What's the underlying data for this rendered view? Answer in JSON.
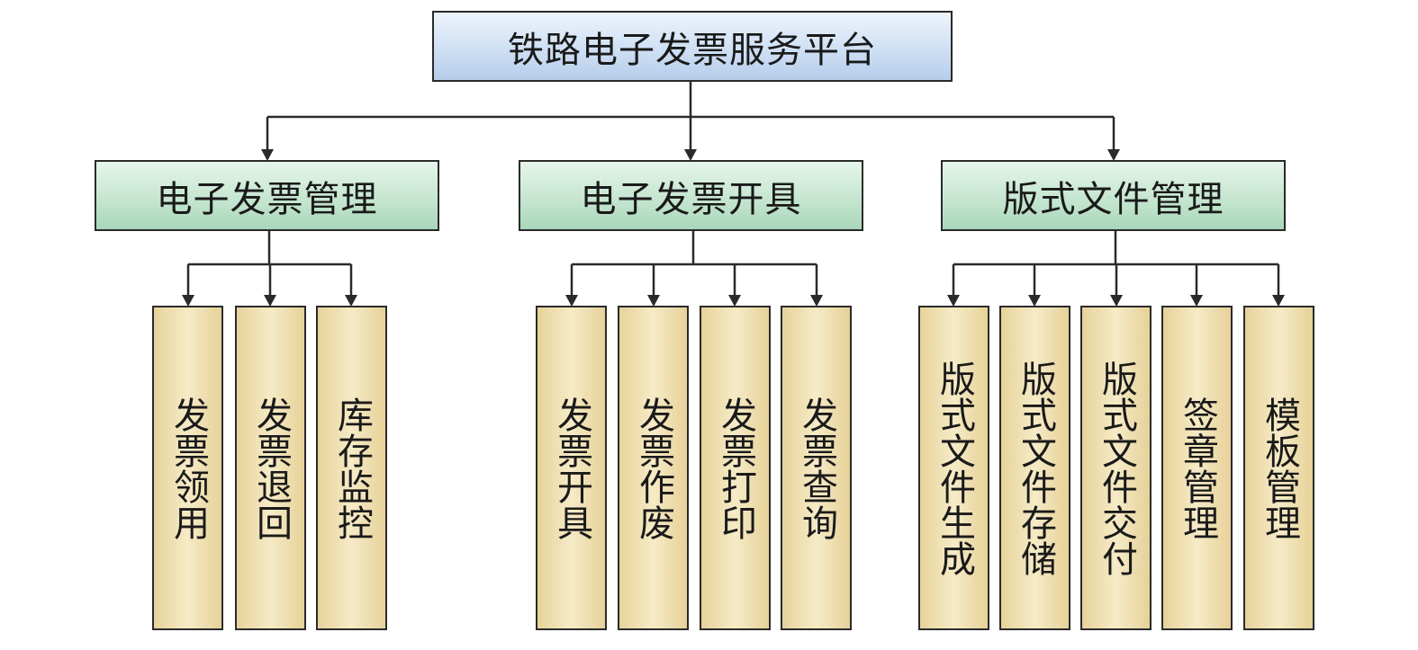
{
  "root": {
    "label": "铁路电子发票服务平台"
  },
  "categories": [
    {
      "label": "电子发票管理",
      "children": [
        "发票领用",
        "发票退回",
        "库存监控"
      ]
    },
    {
      "label": "电子发票开具",
      "children": [
        "发票开具",
        "发票作废",
        "发票打印",
        "发票查询"
      ]
    },
    {
      "label": "版式文件管理",
      "children": [
        "版式文件生成",
        "版式文件存储",
        "版式文件交付",
        "签章管理",
        "模板管理"
      ]
    }
  ],
  "colors": {
    "root_fill": "#cfe0f4",
    "category_fill": "#c6e6d1",
    "leaf_fill": "#f0e2b4",
    "line": "#2a2a2a"
  }
}
